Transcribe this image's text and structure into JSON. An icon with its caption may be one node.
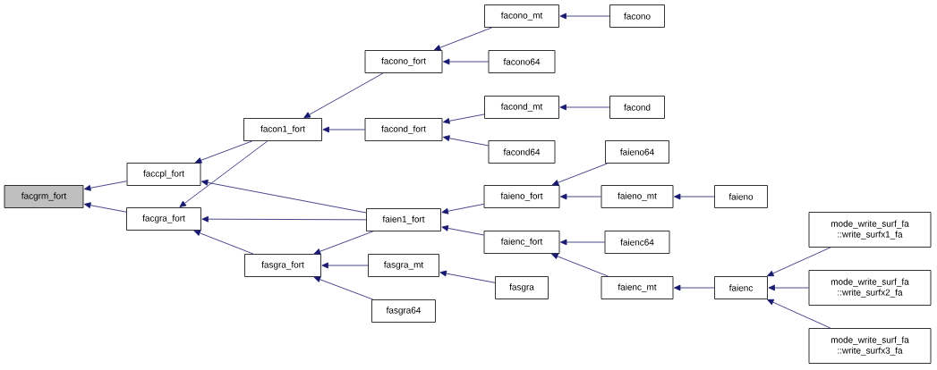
{
  "diagram": {
    "nodes": [
      {
        "text": [
          "facgrm_fort"
        ]
      },
      {
        "text": [
          "faccpl_fort"
        ]
      },
      {
        "text": [
          "facgra_fort"
        ]
      },
      {
        "text": [
          "facon1_fort"
        ]
      },
      {
        "text": [
          "fasgra_fort"
        ]
      },
      {
        "text": [
          "facono_fort"
        ]
      },
      {
        "text": [
          "facond_fort"
        ]
      },
      {
        "text": [
          "faien1_fort"
        ]
      },
      {
        "text": [
          "fasgra_mt"
        ]
      },
      {
        "text": [
          "fasgra64"
        ]
      },
      {
        "text": [
          "facono_mt"
        ]
      },
      {
        "text": [
          "facono64"
        ]
      },
      {
        "text": [
          "facond_mt"
        ]
      },
      {
        "text": [
          "facond64"
        ]
      },
      {
        "text": [
          "faieno64"
        ]
      },
      {
        "text": [
          "faieno_fort"
        ]
      },
      {
        "text": [
          "faienc_fort"
        ]
      },
      {
        "text": [
          "fasgra"
        ]
      },
      {
        "text": [
          "facono"
        ]
      },
      {
        "text": [
          "facond"
        ]
      },
      {
        "text": [
          "faieno_mt"
        ]
      },
      {
        "text": [
          "faieno"
        ]
      },
      {
        "text": [
          "faienc64"
        ]
      },
      {
        "text": [
          "faienc_mt"
        ]
      },
      {
        "text": [
          "faienc"
        ]
      },
      {
        "text": [
          "mode_write_surf_fa ::write_surfx1_fa"
        ]
      },
      {
        "text": [
          "mode_write_surf_fa ::write_surfx2_fa"
        ]
      },
      {
        "text": [
          "mode_write_surf_fa ::write_surfx3_fa"
        ]
      }
    ],
    "edges": [
      {
        "from": 1,
        "to": 0,
        "arrow": "to"
      },
      {
        "from": 2,
        "to": 0,
        "arrow": "to"
      },
      {
        "from": 3,
        "to": 1,
        "arrow": "to"
      },
      {
        "from": 7,
        "to": 1,
        "arrow": "to"
      },
      {
        "from": 3,
        "to": 2,
        "arrow": "to"
      },
      {
        "from": 7,
        "to": 2,
        "arrow": "to"
      },
      {
        "from": 4,
        "to": 2,
        "arrow": "to"
      },
      {
        "from": 5,
        "to": 3,
        "arrow": "to"
      },
      {
        "from": 6,
        "to": 3,
        "arrow": "to"
      },
      {
        "from": 7,
        "to": 4,
        "arrow": "to"
      },
      {
        "from": 8,
        "to": 4,
        "arrow": "to"
      },
      {
        "from": 9,
        "to": 4,
        "arrow": "to"
      },
      {
        "from": 10,
        "to": 5,
        "arrow": "to"
      },
      {
        "from": 11,
        "to": 5,
        "arrow": "to"
      },
      {
        "from": 12,
        "to": 6,
        "arrow": "to"
      },
      {
        "from": 13,
        "to": 6,
        "arrow": "to"
      },
      {
        "from": 15,
        "to": 7,
        "arrow": "to"
      },
      {
        "from": 16,
        "to": 7,
        "arrow": "to"
      },
      {
        "from": 17,
        "to": 8,
        "arrow": "to"
      },
      {
        "from": 18,
        "to": 10,
        "arrow": "to"
      },
      {
        "from": 19,
        "to": 12,
        "arrow": "to"
      },
      {
        "from": 14,
        "to": 15,
        "arrow": "to"
      },
      {
        "from": 20,
        "to": 15,
        "arrow": "to"
      },
      {
        "from": 22,
        "to": 16,
        "arrow": "to"
      },
      {
        "from": 23,
        "to": 16,
        "arrow": "to"
      },
      {
        "from": 21,
        "to": 20,
        "arrow": "to"
      },
      {
        "from": 24,
        "to": 23,
        "arrow": "to"
      },
      {
        "from": 25,
        "to": 24,
        "arrow": "to"
      },
      {
        "from": 26,
        "to": 24,
        "arrow": "to"
      },
      {
        "from": 27,
        "to": 24,
        "arrow": "to"
      }
    ]
  }
}
